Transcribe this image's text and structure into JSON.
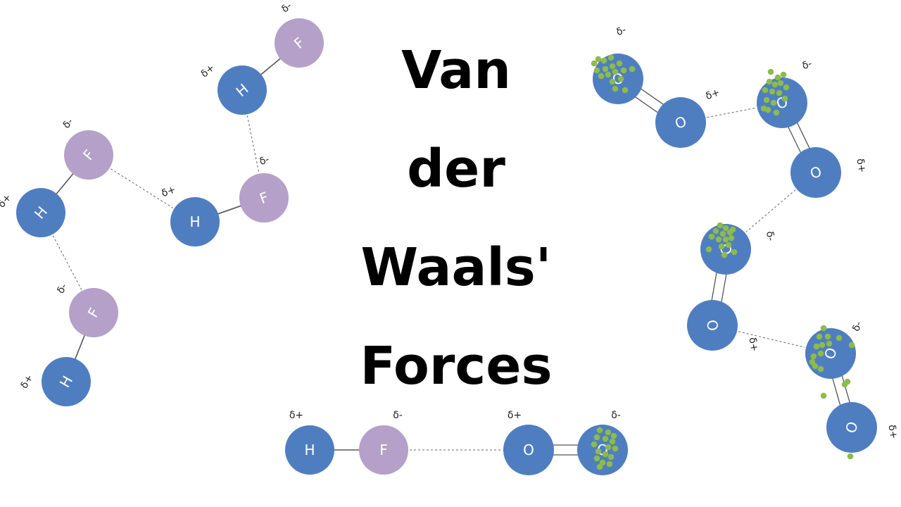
{
  "title_lines": [
    "Van",
    "der",
    "Waals'",
    "Forces"
  ],
  "colors": {
    "hydrogen": "#4f7ec0",
    "fluorine": "#b4a0c8",
    "oxygen": "#4f7ec0",
    "electron": "#8dbb4c",
    "bond": "#555555",
    "attraction": "#666666"
  },
  "labels": {
    "hydrogen": "H",
    "fluorine": "F",
    "oxygen": "O",
    "delta_plus": "δ+",
    "delta_minus": "δ-"
  },
  "molecules": [
    {
      "id": "hf-top",
      "formula": "HF"
    },
    {
      "id": "hf-middle",
      "formula": "HF"
    },
    {
      "id": "hf-left",
      "formula": "HF"
    },
    {
      "id": "hf-bottom",
      "formula": "HF"
    },
    {
      "id": "hf-center",
      "formula": "HF"
    },
    {
      "id": "o2-center",
      "formula": "O2"
    },
    {
      "id": "o2-top-left",
      "formula": "O2"
    },
    {
      "id": "o2-top-right",
      "formula": "O2"
    },
    {
      "id": "o2-middle",
      "formula": "O2"
    },
    {
      "id": "o2-bottom",
      "formula": "O2"
    }
  ]
}
